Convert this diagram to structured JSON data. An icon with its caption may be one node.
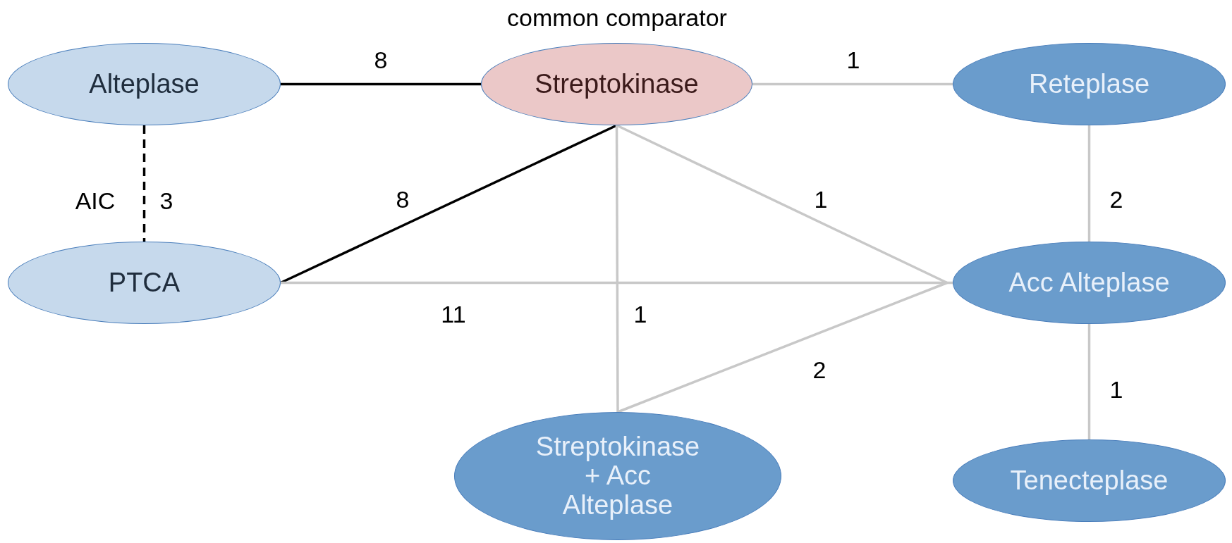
{
  "diagram": {
    "nodes": [
      {
        "text": [
          "Alteplase"
        ]
      },
      {
        "text": [
          "Streptokinase"
        ],
        "beside": [
          "common comparator"
        ]
      },
      {
        "text": [
          "Reteplase"
        ]
      },
      {
        "text": [
          "PTCA"
        ]
      },
      {
        "text": [
          "Acc Alteplase"
        ]
      },
      {
        "text": [
          "Streptokinase + Acc Alteplase"
        ]
      },
      {
        "text": [
          "Tenecteplase"
        ]
      }
    ],
    "edges": [
      {
        "from": 0,
        "to": 1,
        "arrow": "none",
        "label": "8",
        "color": "#000000"
      },
      {
        "from": 1,
        "to": 2,
        "arrow": "none",
        "label": "1"
      },
      {
        "from": 0,
        "to": 3,
        "arrow": "none",
        "label": "3",
        "style": "dashed",
        "color": "#000000"
      },
      {
        "from": 1,
        "to": 3,
        "arrow": "none",
        "label": "8",
        "color": "#000000"
      },
      {
        "from": 1,
        "to": 4,
        "arrow": "none",
        "label": "1"
      },
      {
        "from": 1,
        "to": 5,
        "arrow": "none",
        "label": "1"
      },
      {
        "from": 3,
        "to": 4,
        "arrow": "none",
        "label": "11"
      },
      {
        "from": 4,
        "to": 5,
        "arrow": "none",
        "label": "2"
      },
      {
        "from": 2,
        "to": 4,
        "arrow": "none",
        "label": "2"
      },
      {
        "from": 4,
        "to": 6,
        "arrow": "none",
        "label": "1"
      }
    ],
    "labels": [
      "AIC"
    ]
  }
}
